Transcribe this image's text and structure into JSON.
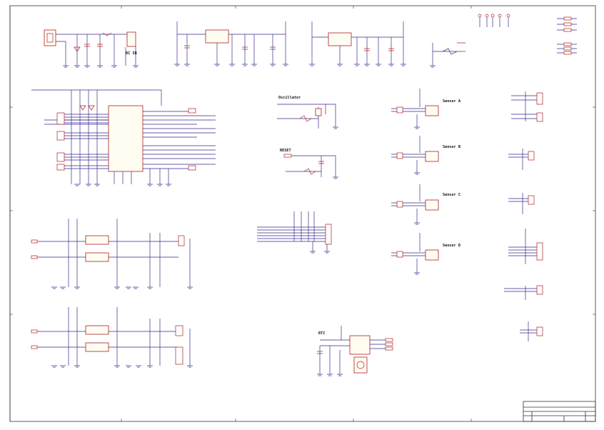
{
  "sheet": {
    "titles": {
      "dc_in": "DC IN",
      "oscillator": "Oscillator",
      "reset": "RESET",
      "sensor_a": "Sensor A",
      "sensor_b": "Sensor B",
      "sensor_c": "Sensor C",
      "sensor_d": "Sensor D",
      "rtc": "RTC"
    },
    "colors": {
      "wire": "#3a2a8c",
      "component": "#b02020",
      "frame": "#333333"
    }
  }
}
